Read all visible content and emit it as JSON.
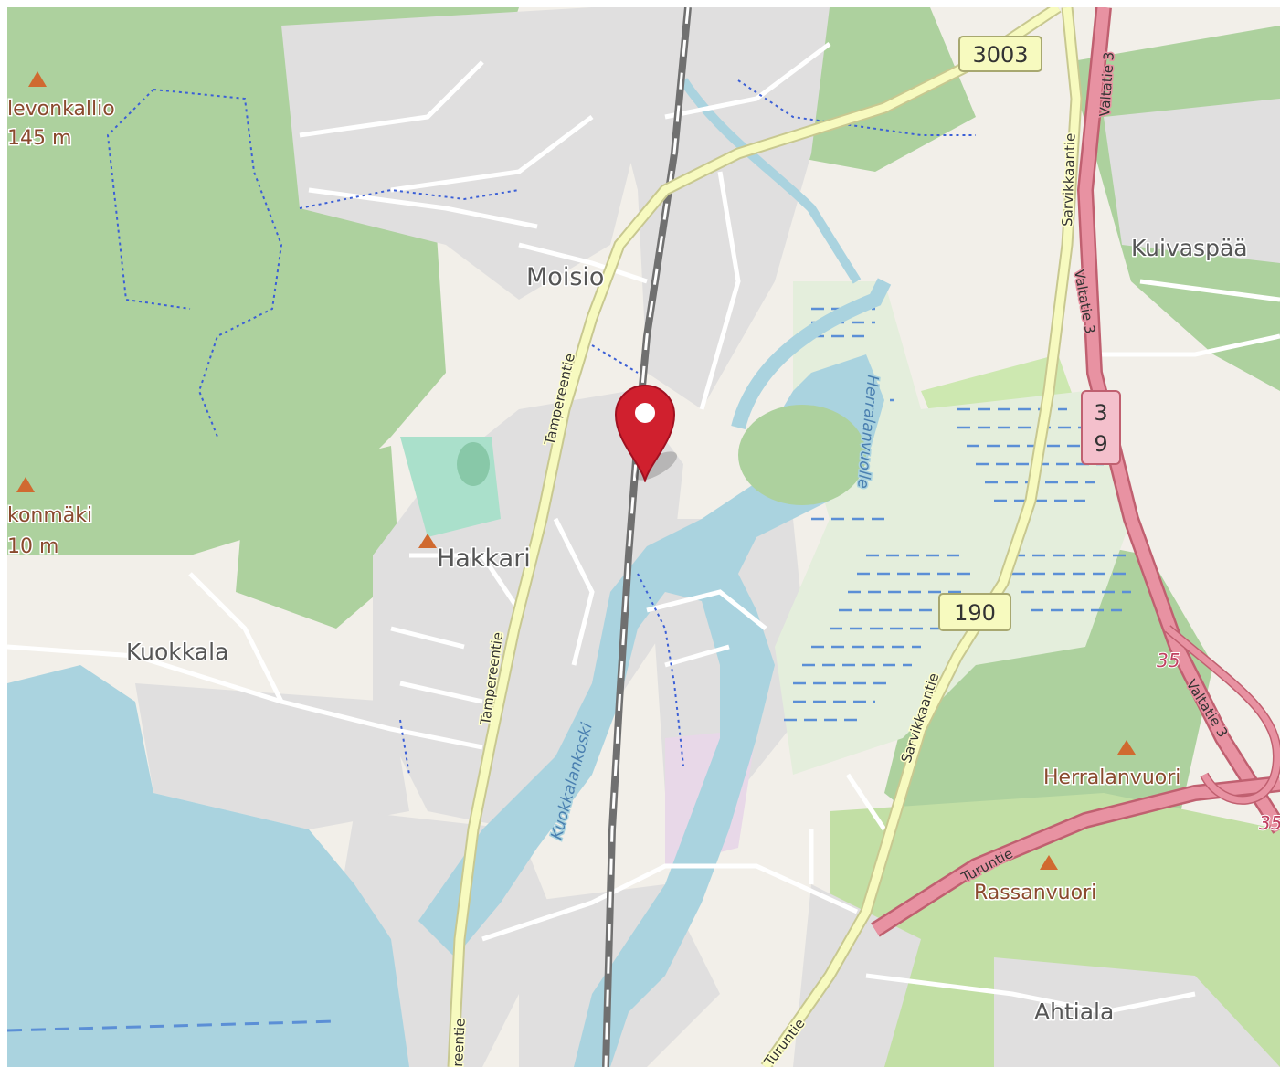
{
  "map": {
    "places": {
      "moisio": "Moisio",
      "hakkari": "Hakkari",
      "kuokkala": "Kuokkala",
      "kuivaspaa": "Kuivaspää",
      "ahtiala": "Ahtiala"
    },
    "peaks": {
      "ilevonkallio_name": "levonkallio",
      "ilevonkallio_elev": "145 m",
      "konmaki_name": "konmäki",
      "konmaki_elev": "10 m",
      "herralanvuori": "Herralanvuori",
      "rassanvuori": "Rassanvuori"
    },
    "roads": {
      "tampereentie": "Tampereentie",
      "tampereentie_bottom": "reentie",
      "sarvikkaantie": "Sarvikkaantie",
      "valtatie3": "Valtatie 3",
      "turuntie": "Turuntie"
    },
    "shields": {
      "r3003": "3003",
      "r190": "190",
      "r39_top": "3",
      "r39_bottom": "9",
      "r35": "35"
    },
    "water": {
      "kuokkalankoski": "Kuokkalankoski",
      "herralanvuolle": "Herralanvuolle"
    },
    "colors": {
      "background": "#f2efe9",
      "forest": "#add19e",
      "residential": "#e0dfdf",
      "water": "#aad3df",
      "motorway": "#e892a2",
      "secondary_road": "#f7fabf",
      "marker": "#d0202e"
    },
    "marker_icon": "map-pin-icon"
  }
}
